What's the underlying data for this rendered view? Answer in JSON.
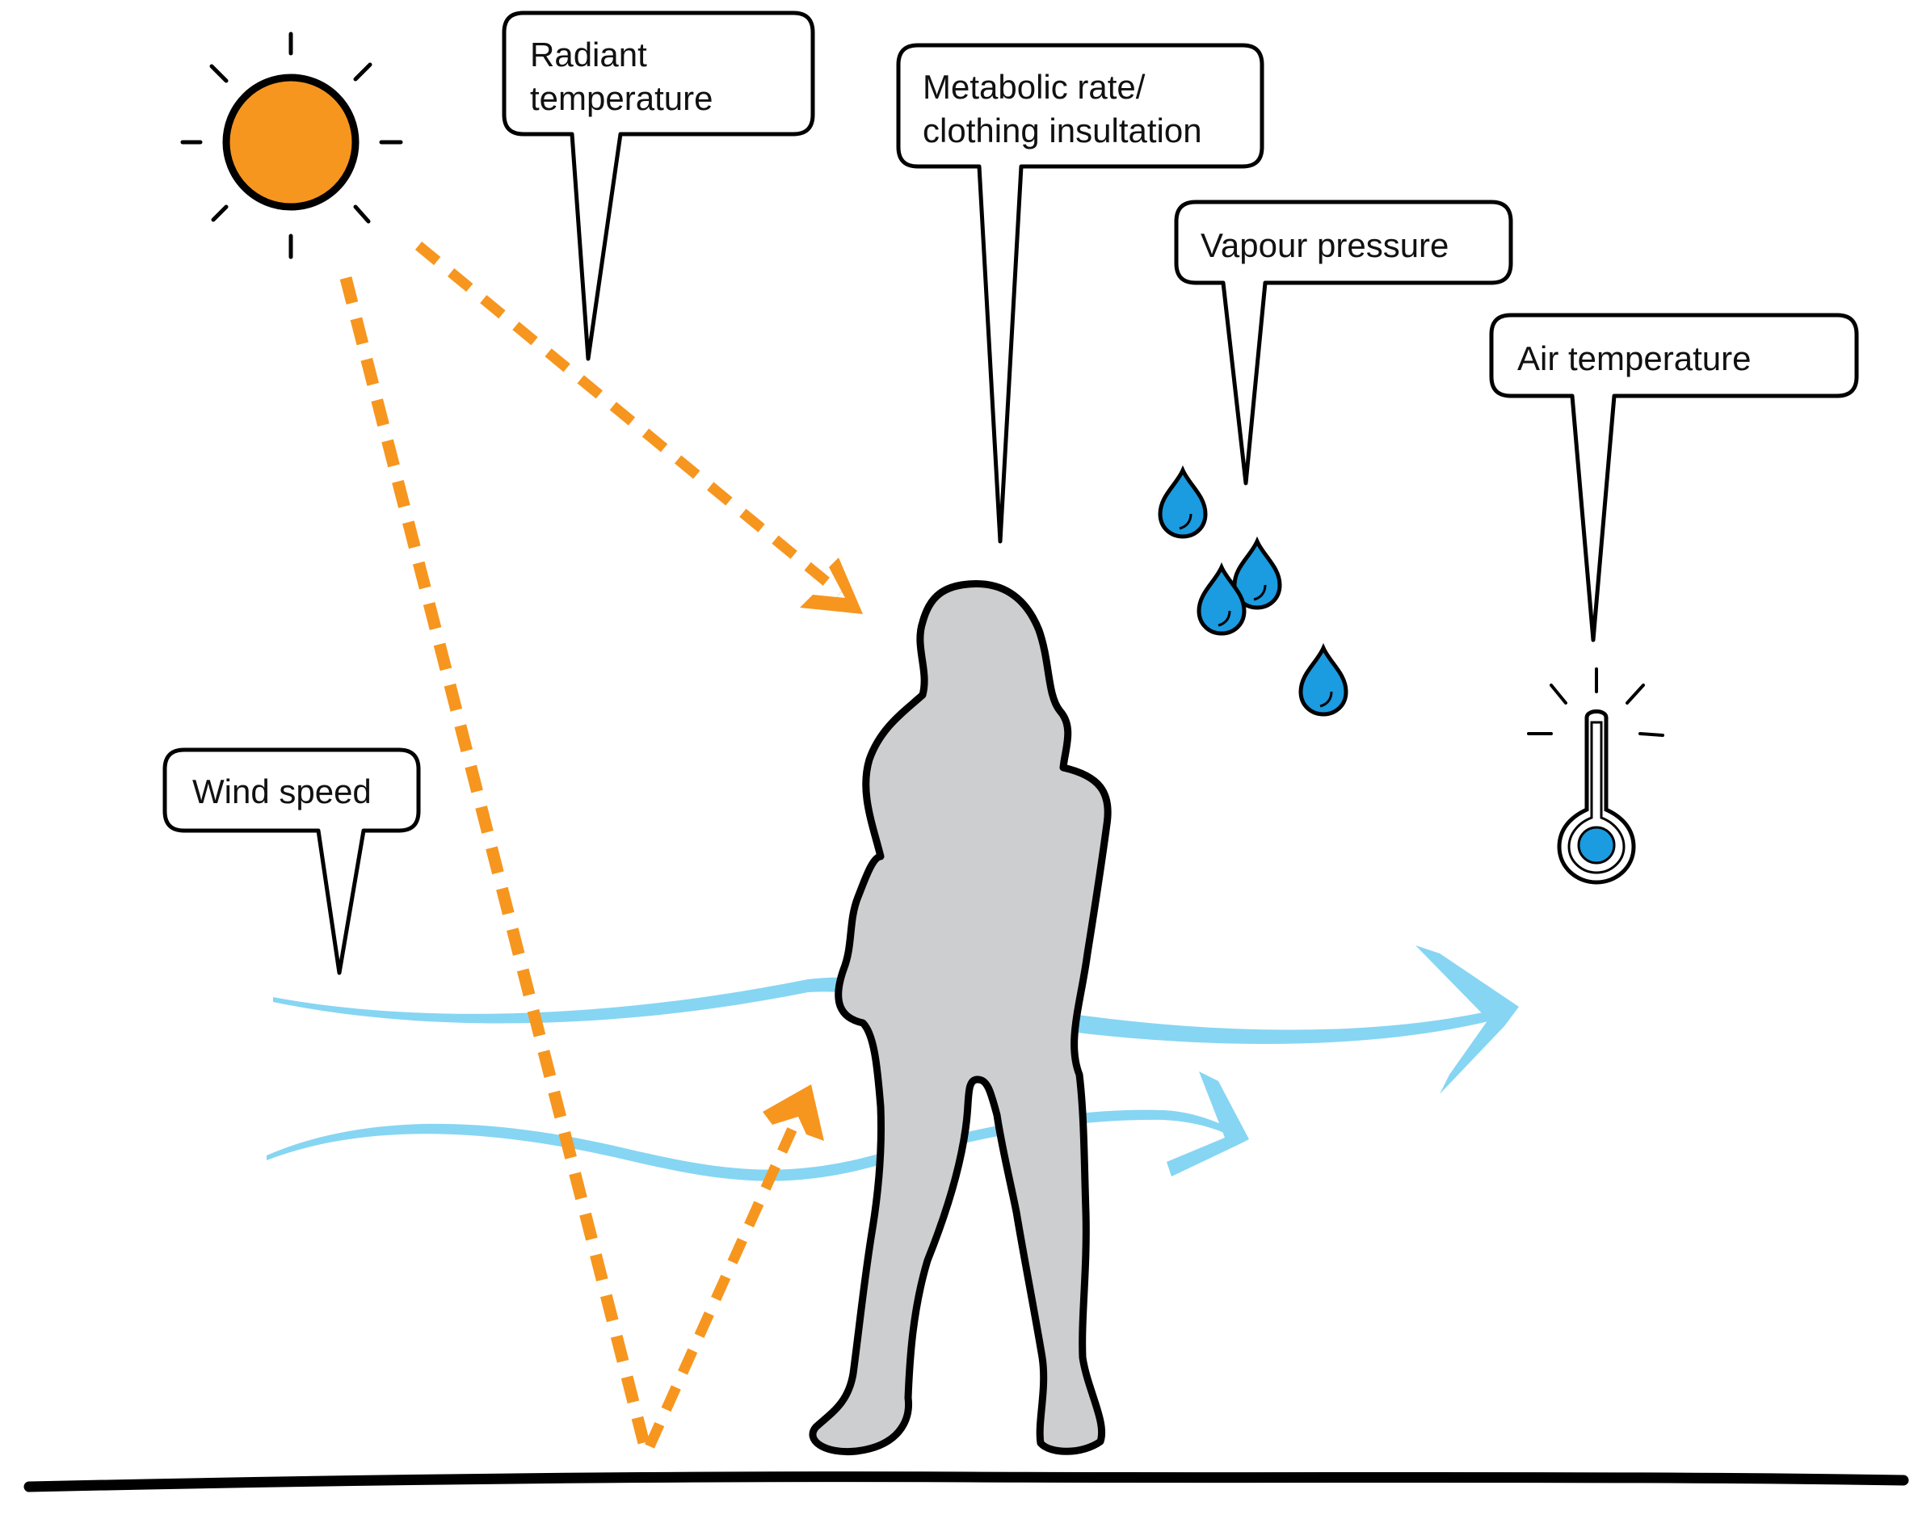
{
  "labels": {
    "radiant_temperature": [
      "Radiant",
      "temperature"
    ],
    "metabolic_clothing": [
      "Metabolic rate/",
      "clothing insultation"
    ],
    "vapour_pressure": "Vapour pressure",
    "air_temperature": "Air temperature",
    "wind_speed": "Wind speed"
  },
  "colors": {
    "sun": "#f6961f",
    "radiation_arrow": "#f6961f",
    "wind": "#86d5f3",
    "water_drop": "#1b9be0",
    "person": "#cdcecf",
    "outline": "#000000"
  },
  "icons": [
    "sun-icon",
    "thermometer-icon",
    "water-drop-icon",
    "person-silhouette"
  ]
}
